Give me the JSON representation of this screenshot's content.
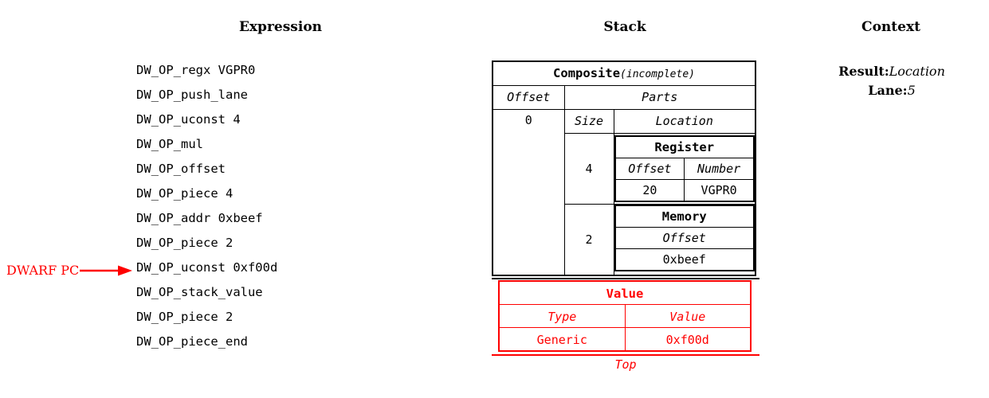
{
  "columns": {
    "expression_title": "Expression",
    "stack_title": "Stack",
    "context_title": "Context"
  },
  "expression": {
    "lines": [
      "DW_OP_regx VGPR0",
      "DW_OP_push_lane",
      "DW_OP_uconst 4",
      "DW_OP_mul",
      "DW_OP_offset",
      "DW_OP_piece 4",
      "DW_OP_addr 0xbeef",
      "DW_OP_piece 2",
      "DW_OP_uconst 0xf00d",
      "DW_OP_stack_value",
      "DW_OP_piece 2",
      "DW_OP_piece_end"
    ],
    "pc_marker": {
      "label": "DWARF PC",
      "points_to_line_index": 9,
      "color": "#ff0000"
    }
  },
  "stack": {
    "composite": {
      "title": "Composite",
      "note": "(incomplete)",
      "offset_header": "Offset",
      "parts_header": "Parts",
      "offset_value": "0",
      "size_header": "Size",
      "location_header": "Location",
      "parts": [
        {
          "size": "4",
          "location": {
            "kind": "Register",
            "headers": [
              "Offset",
              "Number"
            ],
            "values": [
              "20",
              "VGPR0"
            ]
          }
        },
        {
          "size": "2",
          "location": {
            "kind": "Memory",
            "headers": [
              "Offset"
            ],
            "values": [
              "0xbeef"
            ]
          }
        }
      ]
    },
    "value_entry": {
      "title": "Value",
      "headers": [
        "Type",
        "Value"
      ],
      "values": [
        "Generic",
        "0xf00d"
      ],
      "color": "#ff0000"
    },
    "top_label": "Top"
  },
  "context": {
    "rows": [
      {
        "key": "Result:",
        "value": "Location"
      },
      {
        "key": "Lane:",
        "value": "5"
      }
    ]
  }
}
